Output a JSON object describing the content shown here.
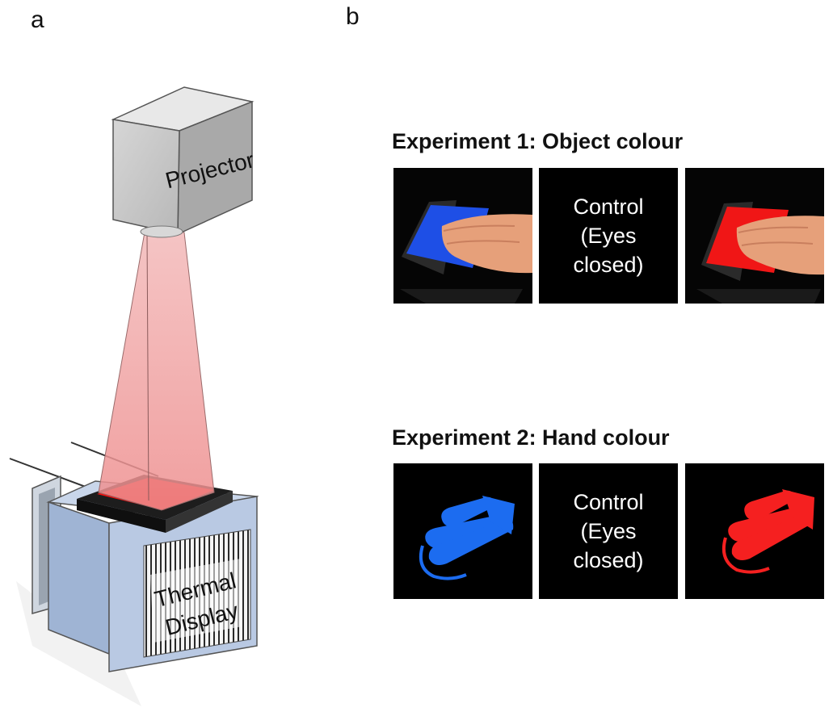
{
  "panels": {
    "a": {
      "letter": "a",
      "projector_label": "Projector",
      "thermal_label_line1": "Thermal",
      "thermal_label_line2": "Display"
    },
    "b": {
      "letter": "b"
    }
  },
  "experiments": [
    {
      "title": "Experiment 1: Object colour",
      "tiles": [
        {
          "kind": "object",
          "color": "#1e4fe6"
        },
        {
          "kind": "control",
          "line1": "Control",
          "line2": "(Eyes",
          "line3": "closed)"
        },
        {
          "kind": "object",
          "color": "#f01616"
        }
      ]
    },
    {
      "title": "Experiment 2: Hand colour",
      "tiles": [
        {
          "kind": "hand",
          "color": "#1c6cf0"
        },
        {
          "kind": "control",
          "line1": "Control",
          "line2": "(Eyes",
          "line3": "closed)"
        },
        {
          "kind": "hand",
          "color": "#f52020"
        }
      ]
    }
  ],
  "colors": {
    "beam": "#f3a4a4",
    "pad": "#ee1111",
    "cube": "#b9c9e3",
    "projector": "#c9c9c9"
  }
}
